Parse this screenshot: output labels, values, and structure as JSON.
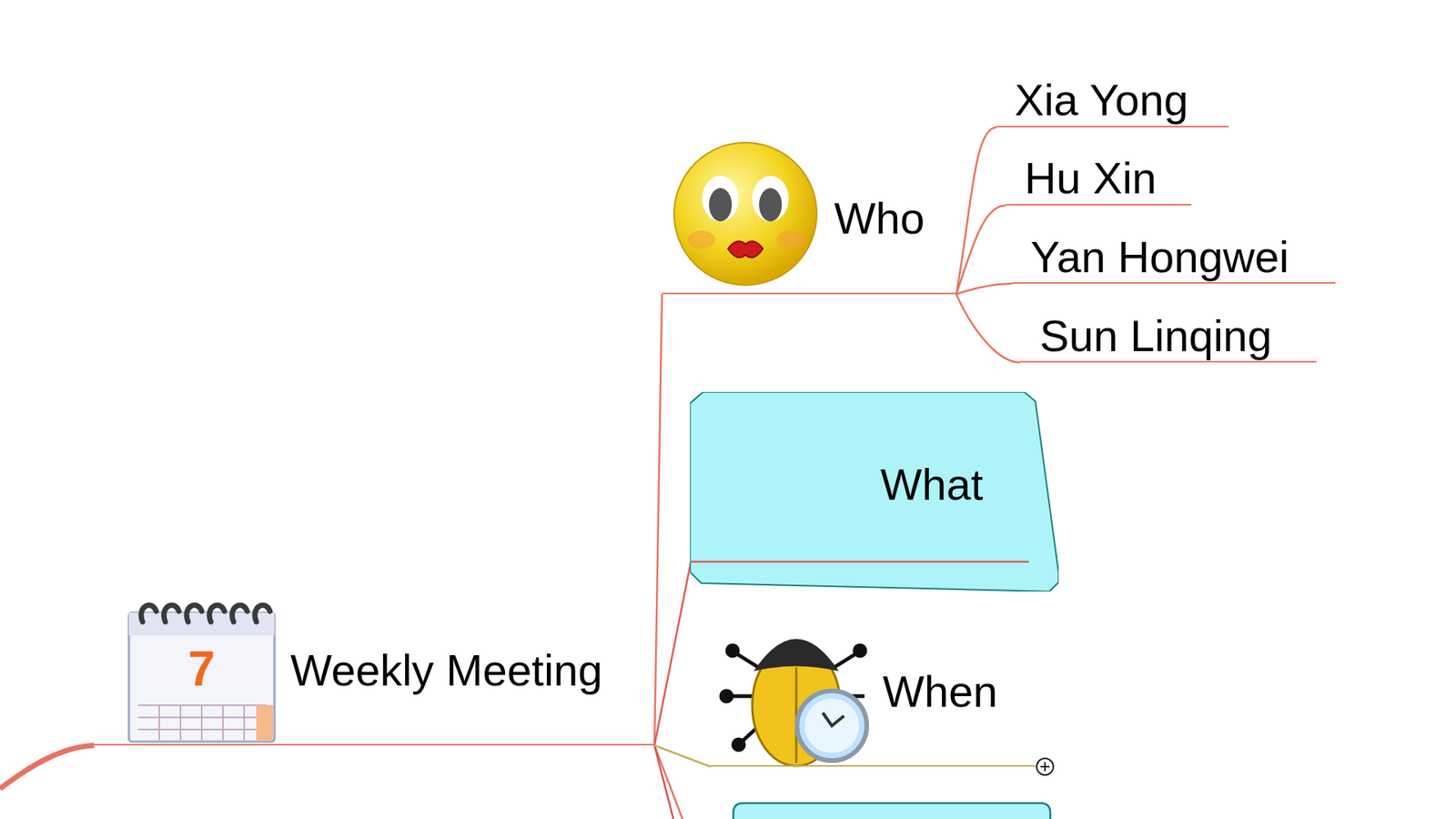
{
  "diagram": {
    "nodes": [
      {
        "text": [
          "Weekly Meeting"
        ]
      },
      {
        "text": [
          "Who"
        ]
      },
      {
        "text": [
          "Xia Yong"
        ]
      },
      {
        "text": [
          "Hu Xin"
        ]
      },
      {
        "text": [
          "Yan Hongwei"
        ]
      },
      {
        "text": [
          "Sun Linqing"
        ]
      },
      {
        "text": [
          "What"
        ]
      },
      {
        "text": [
          "When"
        ]
      }
    ],
    "edges": [
      {
        "from": 0,
        "to": 1,
        "arrow": "none"
      },
      {
        "from": 1,
        "to": 2,
        "arrow": "none"
      },
      {
        "from": 1,
        "to": 3,
        "arrow": "none"
      },
      {
        "from": 1,
        "to": 4,
        "arrow": "none"
      },
      {
        "from": 1,
        "to": 5,
        "arrow": "none"
      },
      {
        "from": 0,
        "to": 6,
        "arrow": "none"
      },
      {
        "from": 0,
        "to": 7,
        "arrow": "none"
      }
    ],
    "labels": [
      "7"
    ]
  }
}
